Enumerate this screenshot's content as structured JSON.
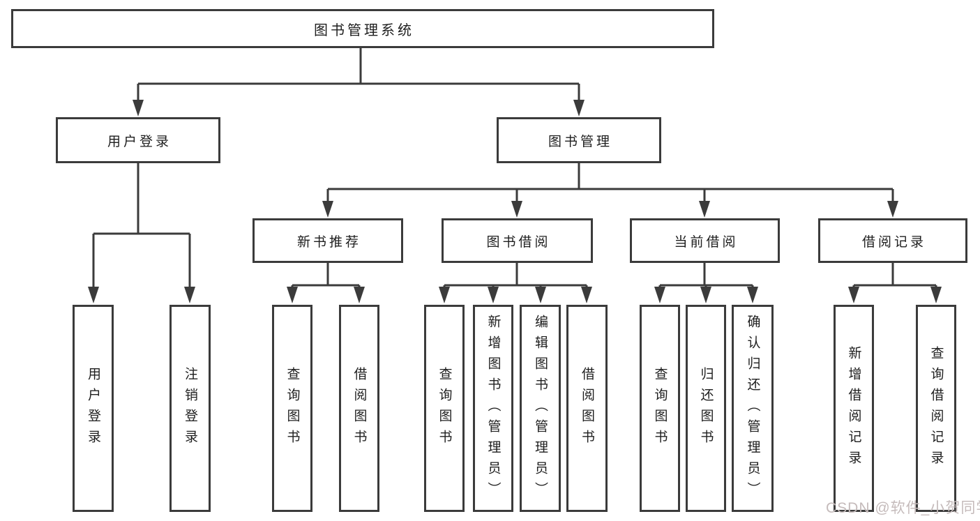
{
  "diagram": {
    "tree": {
      "label": "图书管理系统",
      "children": [
        {
          "label": "用户登录",
          "children": [
            {
              "label": "用户登录"
            },
            {
              "label": "注销登录"
            }
          ]
        },
        {
          "label": "图书管理",
          "children": [
            {
              "label": "新书推荐",
              "children": [
                {
                  "label": "查询图书"
                },
                {
                  "label": "借阅图书"
                }
              ]
            },
            {
              "label": "图书借阅",
              "children": [
                {
                  "label": "查询图书"
                },
                {
                  "label": "新增图书（管理员）"
                },
                {
                  "label": "编辑图书（管理员）"
                },
                {
                  "label": "借阅图书"
                }
              ]
            },
            {
              "label": "当前借阅",
              "children": [
                {
                  "label": "查询图书"
                },
                {
                  "label": "归还图书"
                },
                {
                  "label": "确认归还（管理员）"
                }
              ]
            },
            {
              "label": "借阅记录",
              "children": [
                {
                  "label": "新增借阅记录"
                },
                {
                  "label": "查询借阅记录"
                }
              ]
            }
          ]
        }
      ]
    }
  },
  "watermark": {
    "text": "CSDN @软件_小贺同学"
  },
  "colors": {
    "line": "#3b3b3b",
    "border": "#3b3b3b",
    "text": "#1e1e1e",
    "background": "#ffffff",
    "watermark": "#c5bbbb"
  }
}
